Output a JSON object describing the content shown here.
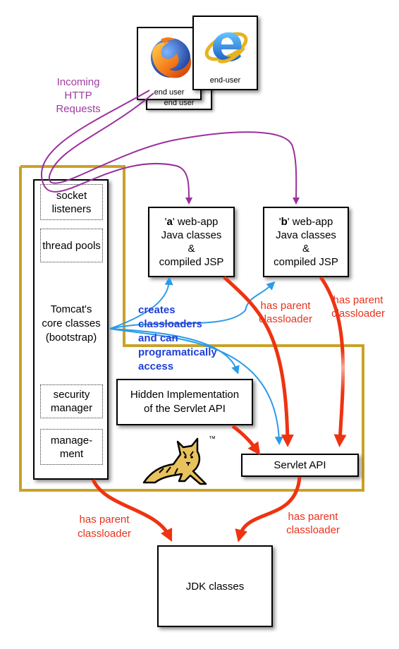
{
  "colors": {
    "gold_border": "#c9a227",
    "purple_arrow": "#9b2f9b",
    "red_arrow": "#ee3311",
    "blue_arrow": "#2a9be8",
    "blue_text": "#1f3fd8",
    "red_text": "#e8321c",
    "purple_text": "#a03ca0"
  },
  "end_users": {
    "firefox_label": "end user",
    "firefox_shadow_label": "end user",
    "ie_label": "end-user",
    "firefox_icon": "firefox-icon",
    "ie_icon": "internet-explorer-icon"
  },
  "incoming_label": "Incoming HTTP Requests",
  "core": {
    "socket_listeners": "socket listeners",
    "thread_pools": "thread pools",
    "core_classes": "Tomcat's core classes (bootstrap)",
    "security_manager": "security manager",
    "management": "manage- ment"
  },
  "webapp_a": {
    "prefix": "'",
    "letter": "a",
    "suffix": "' web-app",
    "line2": "Java classes",
    "line3": "&",
    "line4": "compiled JSP"
  },
  "webapp_b": {
    "prefix": "'",
    "letter": "b",
    "suffix": "' web-app",
    "line2": "Java classes",
    "line3": "&",
    "line4": "compiled JSP"
  },
  "creates_label": "creates classloaders and can programatically access",
  "has_parent_a": "has parent classloader",
  "has_parent_b": "has parent classloader",
  "hidden_impl": "Hidden Implementation of the Servlet API",
  "servlet_api": "Servlet API",
  "tomcat_logo": "tomcat-cat-logo",
  "tm": "™",
  "has_parent_left": "has parent classloader",
  "has_parent_right": "has parent classloader",
  "jdk": "JDK classes"
}
